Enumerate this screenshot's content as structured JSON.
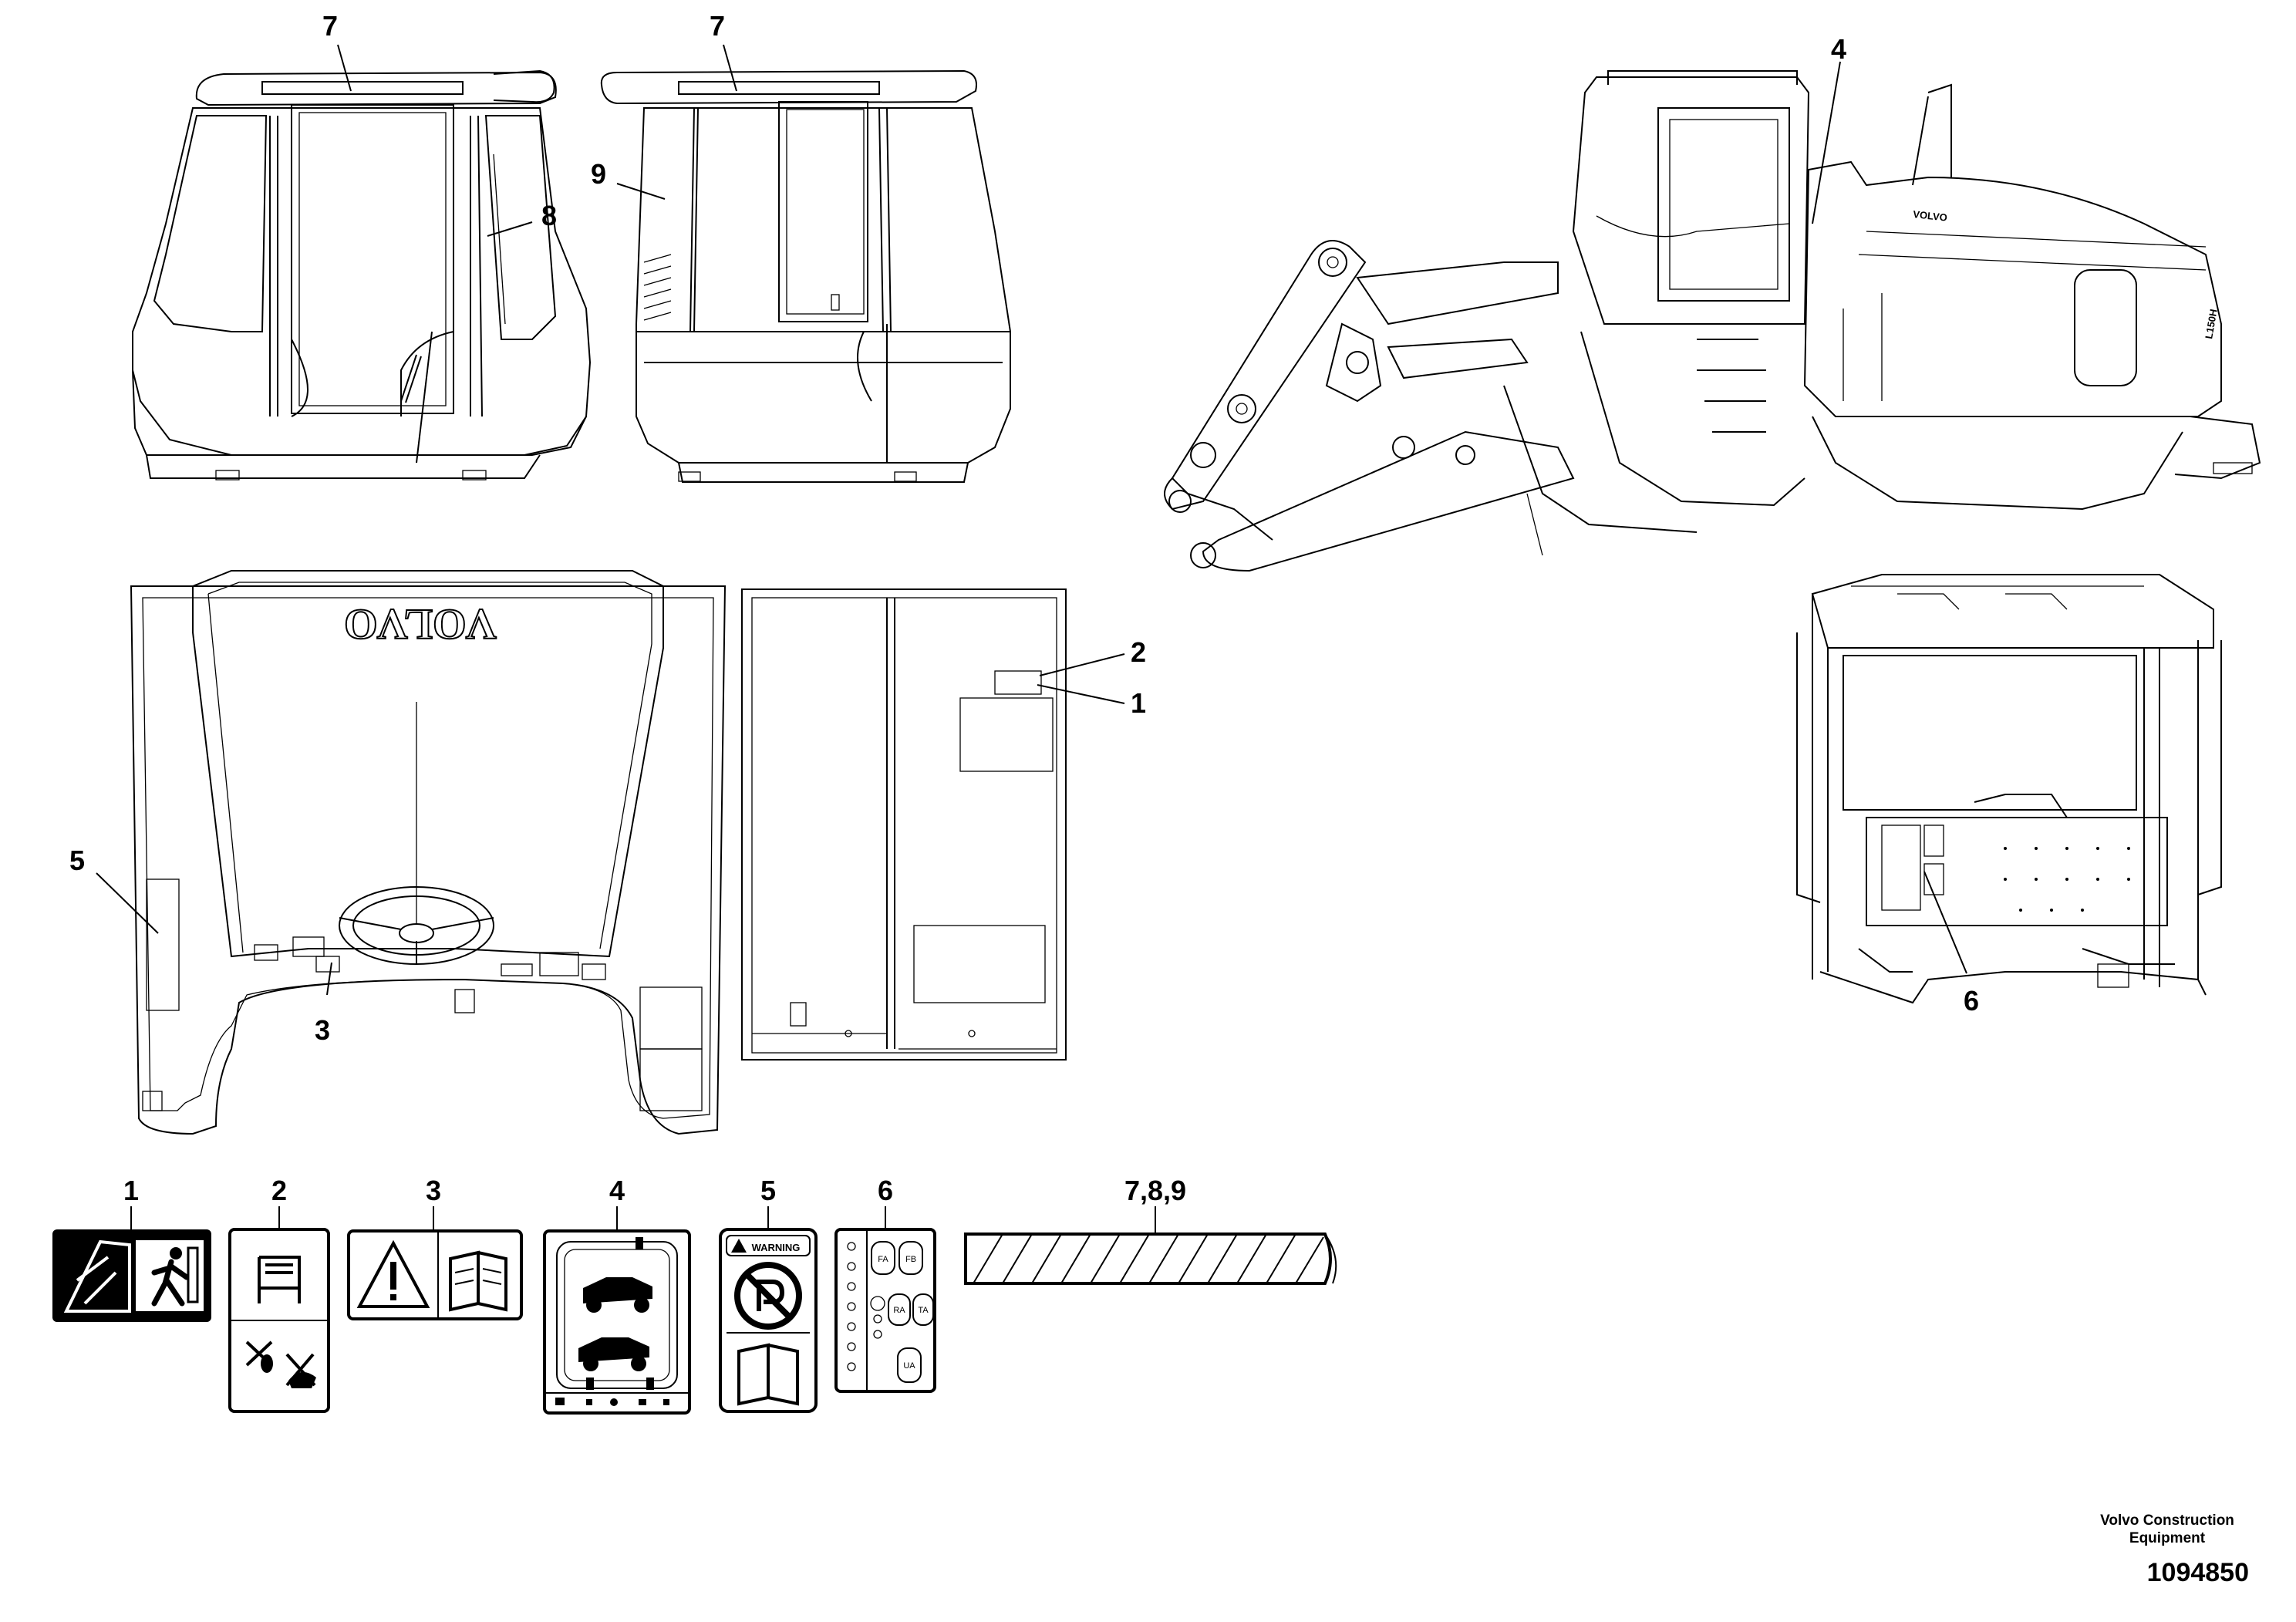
{
  "callouts": {
    "c7_left": "7",
    "c7_right": "7",
    "c8": "8",
    "c9": "9",
    "c4_machine": "4",
    "c5": "5",
    "c3": "3",
    "c2": "2",
    "c1": "1",
    "c6": "6"
  },
  "dashboard": {
    "brand": "VOLVO"
  },
  "machine": {
    "side_brand": "VOLVO",
    "rear_model": "L150H"
  },
  "legend": {
    "items": [
      {
        "label": "1"
      },
      {
        "label": "2"
      },
      {
        "label": "3"
      },
      {
        "label": "4"
      },
      {
        "label": "5"
      },
      {
        "label": "6"
      },
      {
        "label": "7,8,9"
      }
    ],
    "warning_text": "WARNING",
    "fuse_labels": [
      "FA",
      "FB",
      "RA",
      "TA",
      "UA"
    ]
  },
  "footer": {
    "company": "Volvo Construction Equipment",
    "drawing_number": "1094850"
  }
}
